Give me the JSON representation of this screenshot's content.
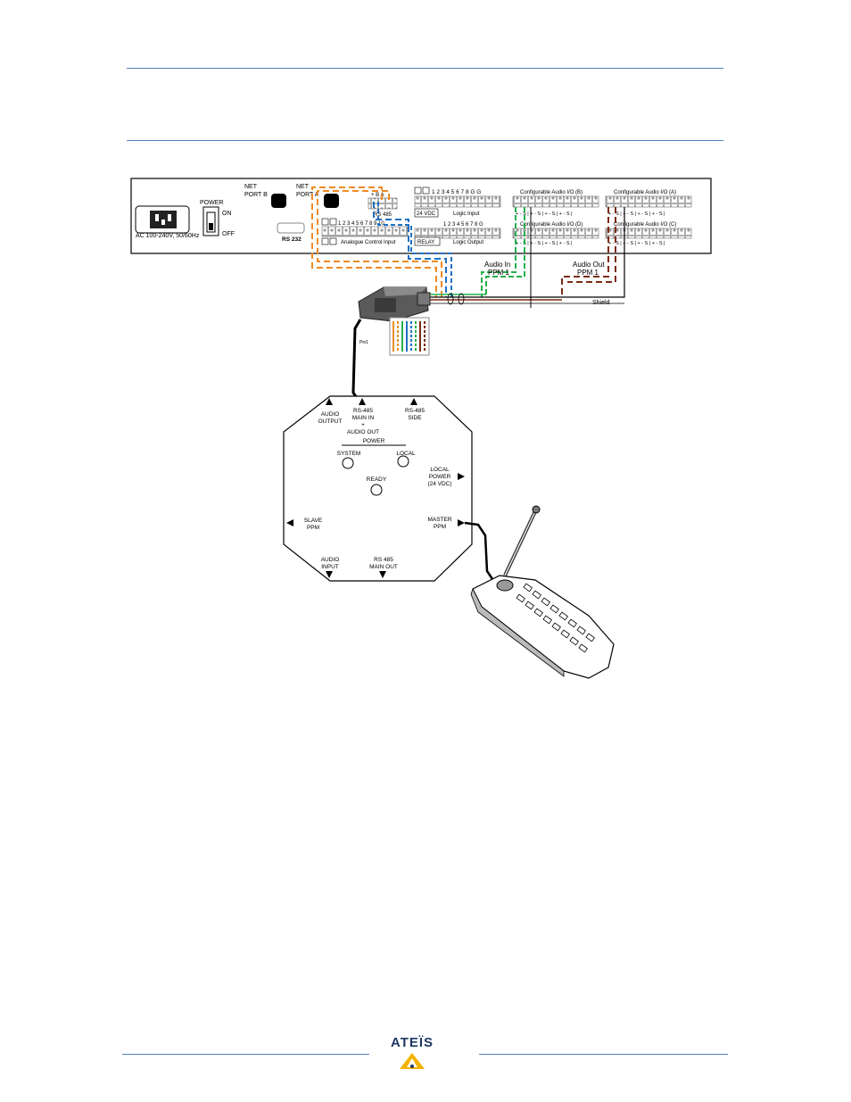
{
  "header": {
    "accent_color": "#4f81bd"
  },
  "rack": {
    "net_port_b": [
      "NET",
      "PORT B"
    ],
    "net_port_a": [
      "NET",
      "PORT A"
    ],
    "power_label": "POWER",
    "power_on": "ON",
    "power_off": "OFF",
    "mains_rating": "AC 100-240V, 50/60Hz",
    "rs232": "RS 232",
    "rs485": "RS 485",
    "rs485_pins": "+ B  A",
    "supply_24vdc": "24 VDC",
    "relay": "RELAY",
    "logic_input": "Logic Input",
    "logic_output": "Logic Output",
    "logic_pins": "1  2  3  4  5  6  7  8  G  G",
    "logic_out_pins": "1  2  3  4  5  6  7  8  G",
    "analogue_control": "Analogue Control Input",
    "analogue_pins": "1  2  3  4  5  6  7  8  9 10",
    "audio_io_b": "Configurable Audio I/O (B)",
    "audio_io_a": "Configurable Audio I/O (A)",
    "audio_io_d": "Configurable Audio I/O (D)",
    "audio_io_c": "Configurable Audio I/O (C)",
    "io_pins": "+  -  S | +  -  S | +  -  S | +  -  S |"
  },
  "wiring": {
    "audio_in": [
      "Audio In",
      "PPM 1"
    ],
    "audio_out": [
      "Audio Out",
      "PPM 1"
    ],
    "shield": "Shield",
    "pin1": "Pin1",
    "colors": {
      "orange": "#f08a24",
      "blue": "#1f6fc0",
      "green": "#22b04b",
      "brown": "#7b2a12"
    }
  },
  "junction_box": {
    "audio_output": [
      "AUDIO",
      "OUTPUT"
    ],
    "rs485_main_in": [
      "RS-485",
      "MAIN IN",
      "+",
      "AUDIO OUT"
    ],
    "rs485_side": [
      "RS-485",
      "SIDE"
    ],
    "power": "POWER",
    "system": "SYSTEM",
    "local": "LOCAL",
    "ready": "READY",
    "local_power": [
      "LOCAL",
      "POWER",
      "(24 VDC)"
    ],
    "slave_ppm": [
      "SLAVE",
      "PPM"
    ],
    "master_ppm": [
      "MASTER",
      "PPM"
    ],
    "audio_input": [
      "AUDIO",
      "INPUT"
    ],
    "rs485_main_out": [
      "RS 485",
      "MAIN OUT"
    ]
  },
  "footer": {
    "logo": "ATEÏS",
    "logo_color": "#1f3864",
    "logo_accent": "#f2b400"
  }
}
